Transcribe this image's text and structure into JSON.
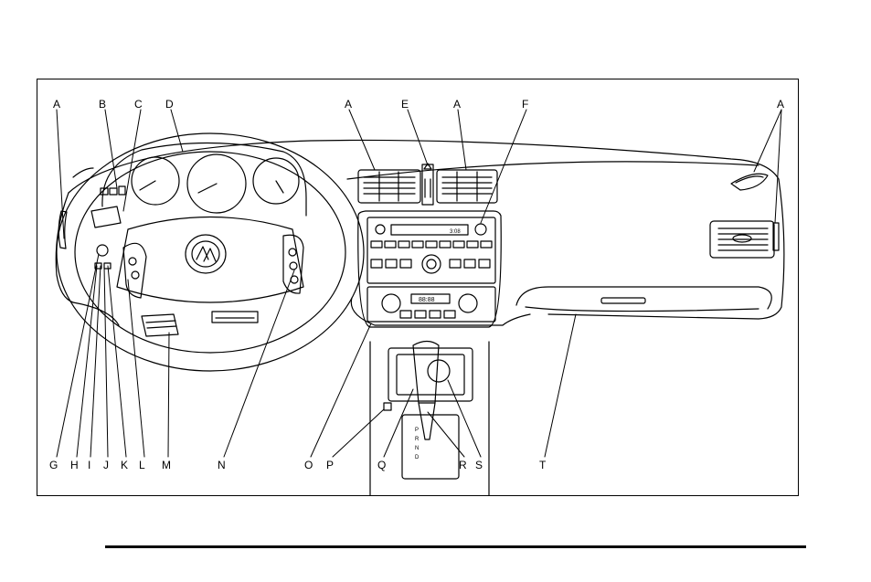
{
  "diagram": {
    "top_callouts": [
      "A",
      "B",
      "C",
      "D",
      "A",
      "E",
      "A",
      "F",
      "A"
    ],
    "bottom_callouts": [
      "G",
      "H",
      "I",
      "J",
      "K",
      "L",
      "M",
      "N",
      "O",
      "P",
      "Q",
      "R",
      "S",
      "T"
    ],
    "radio_display": "3:08",
    "climate_display": "88:88",
    "colors": {
      "line": "#000000",
      "background": "#ffffff"
    }
  }
}
